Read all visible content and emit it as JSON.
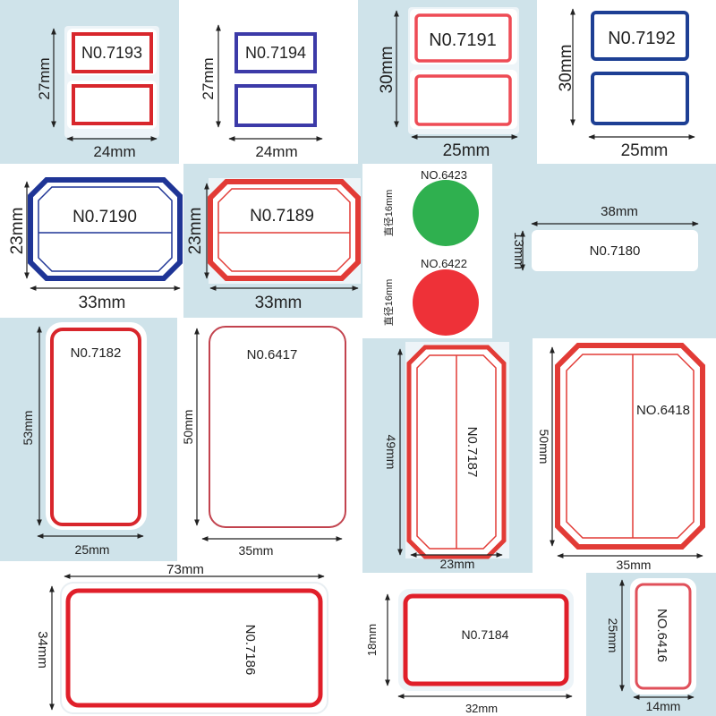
{
  "colors": {
    "red": "#d8262c",
    "blue": "#1d3f94",
    "purple": "#3c3aa8",
    "green": "#2fb04f",
    "dot_red": "#ee3138",
    "backdrop": "#cfe3ea",
    "sheet": "#edf4f8"
  },
  "labels": [
    {
      "code": "N0.7193",
      "height": "27mm",
      "width": "24mm"
    },
    {
      "code": "N0.7194",
      "height": "27mm",
      "width": "24mm"
    },
    {
      "code": "N0.7191",
      "height": "30mm",
      "width": "25mm"
    },
    {
      "code": "N0.7192",
      "height": "30mm",
      "width": "25mm"
    },
    {
      "code": "N0.7190",
      "height": "23mm",
      "width": "33mm"
    },
    {
      "code": "N0.7189",
      "height": "23mm",
      "width": "33mm"
    },
    {
      "code": "NO.6423",
      "diameter": "直径16mm"
    },
    {
      "code": "NO.6422",
      "diameter": "直径16mm"
    },
    {
      "code": "N0.7180",
      "height": "13mm",
      "width": "38mm"
    },
    {
      "code": "N0.7182",
      "height": "53mm",
      "width": "25mm"
    },
    {
      "code": "N0.6417",
      "height": "50mm",
      "width": "35mm"
    },
    {
      "code": "N0.7187",
      "height": "49mm",
      "width": "23mm"
    },
    {
      "code": "NO.6418",
      "height": "50mm",
      "width": "35mm"
    },
    {
      "code": "N0.7186",
      "height": "34mm",
      "width": "73mm"
    },
    {
      "code": "N0.7184",
      "height": "18mm",
      "width": "32mm"
    },
    {
      "code": "NO.6416",
      "height": "25mm",
      "width": "14mm"
    }
  ]
}
